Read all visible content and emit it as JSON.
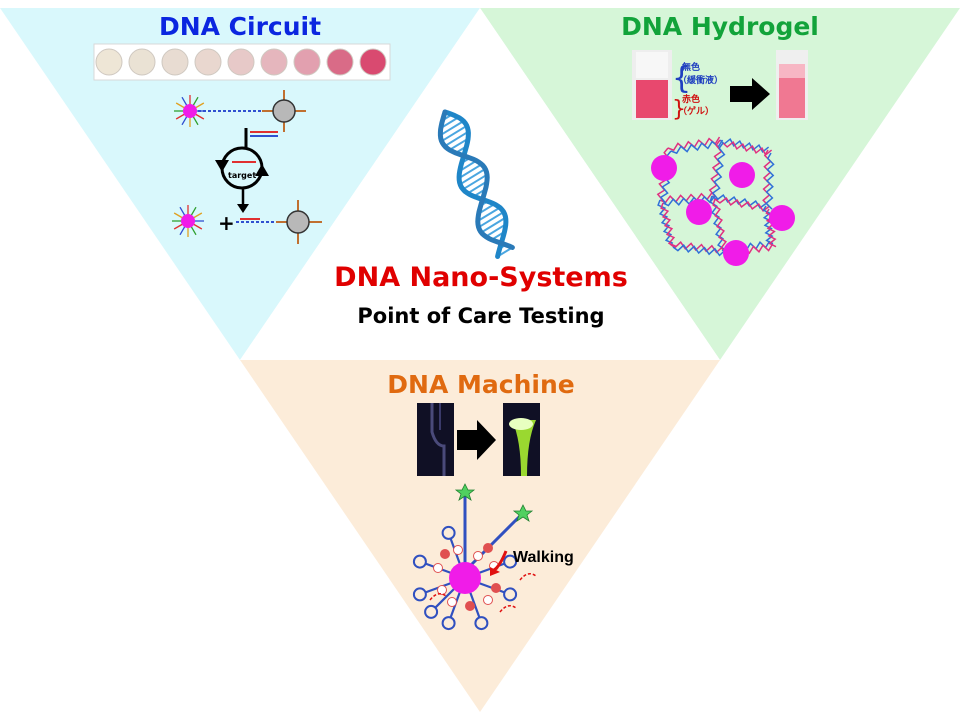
{
  "colors": {
    "circuit_bg": "#d9f8fc",
    "hydrogel_bg": "#d6f6d8",
    "machine_bg": "#fcecd9",
    "circuit_title": "#0b26e0",
    "hydrogel_title": "#12a33a",
    "machine_title": "#e06a10",
    "center_title": "#e00000",
    "nanoparticle": "#f01ce8",
    "helix": "#1f86c8"
  },
  "panels": {
    "circuit": {
      "title": "DNA Circuit",
      "target_label": "target",
      "well_colors": [
        "#eee6d6",
        "#eae2d4",
        "#e8dcd2",
        "#e9d7cf",
        "#e7c9c8",
        "#e5b6bd",
        "#e2a0af",
        "#d96b87",
        "#d94a70"
      ]
    },
    "hydrogel": {
      "title": "DNA Hydrogel",
      "labels": [
        "無色",
        "（緩衝液）",
        "赤色",
        "（ゲル）"
      ]
    },
    "machine": {
      "title": "DNA Machine",
      "walking_label": "Walking"
    }
  },
  "center": {
    "title": "DNA Nano-Systems",
    "subtitle": "Point of Care Testing"
  }
}
